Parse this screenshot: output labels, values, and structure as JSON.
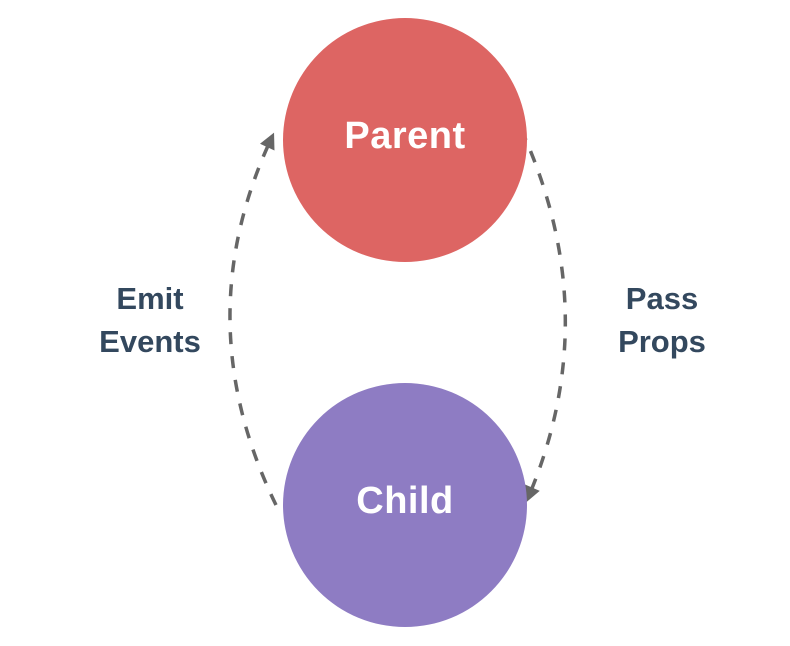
{
  "diagram": {
    "title": "parent-child-component-communication",
    "parent_node": {
      "label": "Parent",
      "color": "#dd6563"
    },
    "child_node": {
      "label": "Child",
      "color": "#8e7cc3"
    },
    "left_label": {
      "line1": "Emit",
      "line2": "Events"
    },
    "right_label": {
      "line1": "Pass",
      "line2": "Props"
    },
    "text_color": "#33485e",
    "arrow_color": "#666666"
  }
}
